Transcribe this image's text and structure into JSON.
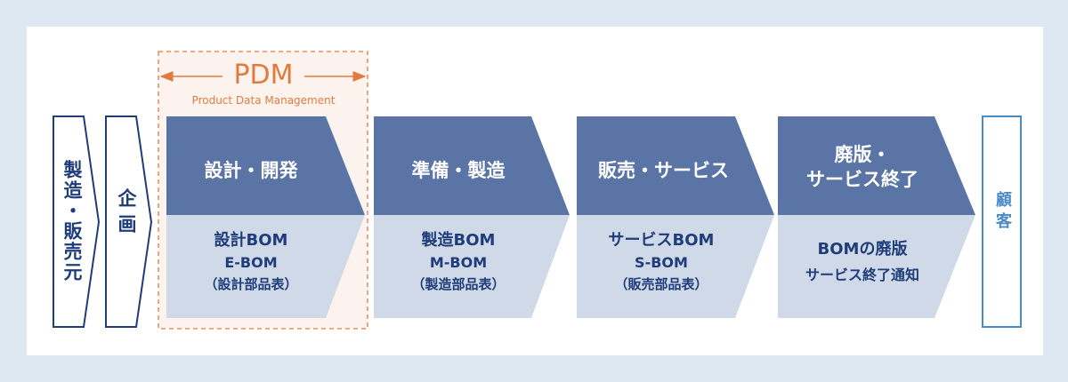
{
  "pdm": {
    "title": "PDM",
    "subtitle": "Product Data Management"
  },
  "left_labels": {
    "maker": "製造・販売元",
    "planning": "企画"
  },
  "customer": "顧客",
  "stages": [
    {
      "title": "設計・開発",
      "lines": [
        "設計BOM",
        "E-BOM",
        "（設計部品表）"
      ]
    },
    {
      "title": "準備・製造",
      "lines": [
        "製造BOM",
        "M-BOM",
        "（製造部品表）"
      ]
    },
    {
      "title": "販売・サービス",
      "lines": [
        "サービスBOM",
        "S-BOM",
        "（販売部品表）"
      ]
    },
    {
      "title_lines": [
        "廃版・",
        "サービス終了"
      ],
      "lines": [
        "BOMの廃版",
        "サービス終了通知"
      ]
    }
  ],
  "colors": {
    "dark": "#5a74a5",
    "light": "#d0d9e7",
    "navy": "#1f3d7a",
    "orange": "#e07b40",
    "customer": "#4a8ac6"
  }
}
